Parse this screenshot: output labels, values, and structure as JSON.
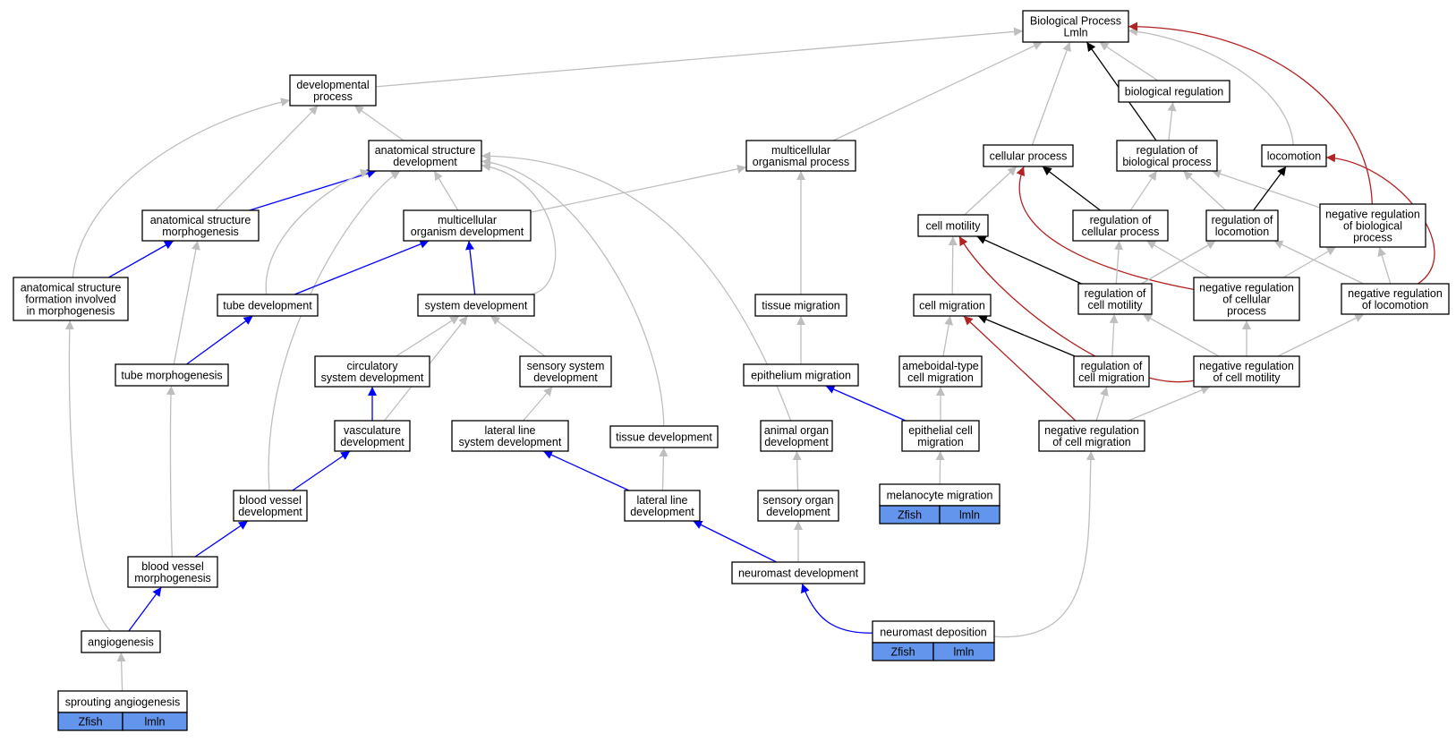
{
  "title": "Biological Process\nLmln",
  "colors": {
    "is_a": "#bebebe",
    "part_of": "#0000ff",
    "regulates": "#000000",
    "negatively_regulates": "#b22222",
    "annotation_tag": "#6495ed"
  },
  "nodes": {
    "root": "Biological Process\nLmln",
    "devproc": "developmental\nprocess",
    "anatdev": "anatomical structure\ndevelopment",
    "mcproc": "multicellular\norganismal process",
    "cellproc": "cellular process",
    "bioreg": "biological regulation",
    "regbio": "regulation of\nbiological process",
    "locomotion": "locomotion",
    "asmorph": "anatomical structure\nmorphogenesis",
    "mcdev": "multicellular\norganism development",
    "cellmot": "cell motility",
    "regcell": "regulation of\ncellular process",
    "regloco": "regulation of\nlocomotion",
    "negregbio": "negative regulation\nof biological\nprocess",
    "asform": "anatomical structure\nformation involved\nin morphogenesis",
    "tubedev": "tube development",
    "sysdev": "system development",
    "tissmig": "tissue migration",
    "cellmig": "cell migration",
    "regcellmot": "regulation of\ncell motility",
    "negregcell": "negative regulation\nof cellular\nprocess",
    "negregloco": "negative regulation\nof locomotion",
    "tubemorph": "tube morphogenesis",
    "circdev": "circulatory\nsystem development",
    "sensdev": "sensory system\ndevelopment",
    "epimig": "epithelium migration",
    "amoeb": "ameboidal-type\ncell migration",
    "regcellmig": "regulation of\ncell migration",
    "negregcellmot": "negative regulation\nof cell motility",
    "vascdev": "vasculature\ndevelopment",
    "lldev": "lateral line\nsystem development",
    "tissdev": "tissue development",
    "aodev": "animal organ\ndevelopment",
    "epicellmig": "epithelial cell\nmigration",
    "negregcellmig": "negative regulation\nof cell migration",
    "bvdev": "blood vessel\ndevelopment",
    "lllinedev": "lateral line\ndevelopment",
    "sodev": "sensory organ\ndevelopment",
    "melmig": "melanocyte migration",
    "bvmorph": "blood vessel\nmorphogenesis",
    "nmdev": "neuromast development",
    "angio": "angiogenesis",
    "nmdep": "neuromast deposition",
    "sprout": "sprouting angiogenesis"
  },
  "annotations": {
    "melmig": [
      "Zfish",
      "lmln"
    ],
    "nmdep": [
      "Zfish",
      "lmln"
    ],
    "sprout": [
      "Zfish",
      "lmln"
    ]
  },
  "edges": [
    [
      "devproc",
      "root",
      "is_a"
    ],
    [
      "mcproc",
      "root",
      "is_a"
    ],
    [
      "cellproc",
      "root",
      "is_a"
    ],
    [
      "bioreg",
      "root",
      "is_a"
    ],
    [
      "regbio",
      "root",
      "regulates"
    ],
    [
      "locomotion",
      "root",
      "is_a"
    ],
    [
      "negregbio",
      "root",
      "negatively_regulates"
    ],
    [
      "regbio",
      "bioreg",
      "is_a"
    ],
    [
      "anatdev",
      "devproc",
      "is_a"
    ],
    [
      "asmorph",
      "devproc",
      "is_a"
    ],
    [
      "asform",
      "devproc",
      "is_a"
    ],
    [
      "asmorph",
      "anatdev",
      "part_of"
    ],
    [
      "mcdev",
      "anatdev",
      "is_a"
    ],
    [
      "tubedev",
      "anatdev",
      "is_a"
    ],
    [
      "sysdev",
      "anatdev",
      "is_a"
    ],
    [
      "bvdev",
      "anatdev",
      "is_a"
    ],
    [
      "tissdev",
      "anatdev",
      "is_a"
    ],
    [
      "aodev",
      "anatdev",
      "is_a"
    ],
    [
      "mcdev",
      "mcproc",
      "is_a"
    ],
    [
      "tissmig",
      "mcproc",
      "is_a"
    ],
    [
      "cellmot",
      "cellproc",
      "is_a"
    ],
    [
      "regcell",
      "cellproc",
      "regulates"
    ],
    [
      "negregcell",
      "cellproc",
      "negatively_regulates"
    ],
    [
      "regcell",
      "regbio",
      "is_a"
    ],
    [
      "regloco",
      "regbio",
      "is_a"
    ],
    [
      "negregbio",
      "regbio",
      "is_a"
    ],
    [
      "regloco",
      "locomotion",
      "regulates"
    ],
    [
      "negregloco",
      "locomotion",
      "negatively_regulates"
    ],
    [
      "asform",
      "asmorph",
      "part_of"
    ],
    [
      "tubemorph",
      "asmorph",
      "is_a"
    ],
    [
      "tubedev",
      "mcdev",
      "part_of"
    ],
    [
      "sysdev",
      "mcdev",
      "part_of"
    ],
    [
      "regcellmot",
      "cellmot",
      "regulates"
    ],
    [
      "negregcellmot",
      "cellmot",
      "negatively_regulates"
    ],
    [
      "cellmig",
      "cellmot",
      "is_a"
    ],
    [
      "regcellmot",
      "regcell",
      "is_a"
    ],
    [
      "negregcell",
      "regcell",
      "is_a"
    ],
    [
      "regcellmot",
      "regloco",
      "is_a"
    ],
    [
      "negregloco",
      "regloco",
      "is_a"
    ],
    [
      "negregcell",
      "negregbio",
      "is_a"
    ],
    [
      "negregloco",
      "negregbio",
      "is_a"
    ],
    [
      "angio",
      "asform",
      "is_a"
    ],
    [
      "tubemorph",
      "tubedev",
      "part_of"
    ],
    [
      "circdev",
      "sysdev",
      "is_a"
    ],
    [
      "sensdev",
      "sysdev",
      "is_a"
    ],
    [
      "vascdev",
      "sysdev",
      "is_a"
    ],
    [
      "epimig",
      "tissmig",
      "is_a"
    ],
    [
      "amoeb",
      "cellmig",
      "is_a"
    ],
    [
      "regcellmig",
      "cellmig",
      "regulates"
    ],
    [
      "negregcellmig",
      "cellmig",
      "negatively_regulates"
    ],
    [
      "regcellmig",
      "regcellmot",
      "is_a"
    ],
    [
      "negregcellmot",
      "regcellmot",
      "is_a"
    ],
    [
      "negregcellmot",
      "negregcell",
      "is_a"
    ],
    [
      "negregcellmot",
      "negregloco",
      "is_a"
    ],
    [
      "bvmorph",
      "tubemorph",
      "is_a"
    ],
    [
      "vascdev",
      "circdev",
      "part_of"
    ],
    [
      "lldev",
      "sensdev",
      "is_a"
    ],
    [
      "epicellmig",
      "epimig",
      "part_of"
    ],
    [
      "epicellmig",
      "amoeb",
      "is_a"
    ],
    [
      "negregcellmig",
      "regcellmig",
      "is_a"
    ],
    [
      "negregcellmig",
      "negregcellmot",
      "is_a"
    ],
    [
      "bvdev",
      "vascdev",
      "part_of"
    ],
    [
      "lllinedev",
      "lldev",
      "part_of"
    ],
    [
      "lllinedev",
      "tissdev",
      "is_a"
    ],
    [
      "sodev",
      "aodev",
      "is_a"
    ],
    [
      "melmig",
      "epicellmig",
      "is_a"
    ],
    [
      "nmdep",
      "negregcellmig",
      "is_a"
    ],
    [
      "bvmorph",
      "bvdev",
      "part_of"
    ],
    [
      "nmdev",
      "lllinedev",
      "part_of"
    ],
    [
      "nmdev",
      "sodev",
      "is_a"
    ],
    [
      "angio",
      "bvmorph",
      "part_of"
    ],
    [
      "nmdep",
      "nmdev",
      "part_of"
    ],
    [
      "sprout",
      "angio",
      "is_a"
    ]
  ]
}
